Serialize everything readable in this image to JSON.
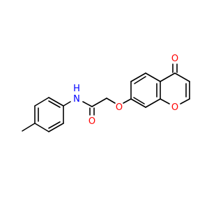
{
  "molecule": {
    "atoms": {
      "oxygen_ketone": {
        "text": "O"
      },
      "oxygen_ring": {
        "text": "O"
      },
      "oxygen_ether": {
        "text": "O"
      },
      "oxygen_amide": {
        "text": "O"
      },
      "nitrogen_amide": {
        "text": "N"
      },
      "hydrogen_amide": {
        "text": "H"
      }
    },
    "colors": {
      "bond": "#000000",
      "oxygen": "#ff0000",
      "nitrogen": "#0000ff"
    }
  }
}
